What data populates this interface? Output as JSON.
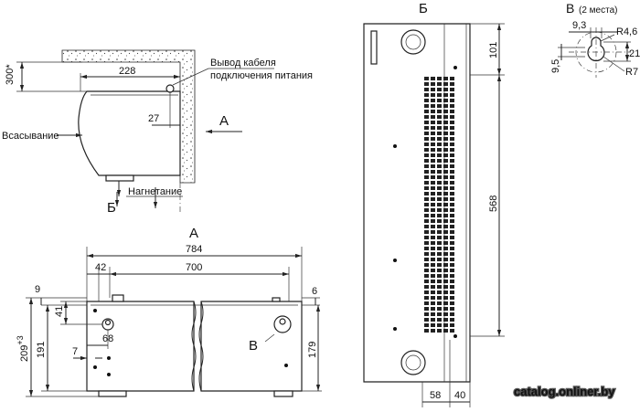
{
  "views": {
    "side": {
      "dim_228": "228",
      "dim_300": "300*",
      "dim_27": "27",
      "label_cable_line1": "Вывод кабеля",
      "label_cable_line2": "подключения питания",
      "label_intake": "Всасывание",
      "label_discharge": "Нагнетание",
      "marker_A": "A",
      "marker_B": "Б"
    },
    "front": {
      "view_title": "A",
      "dim_784": "784",
      "dim_42": "42",
      "dim_700": "700",
      "dim_9": "9",
      "dim_6": "6",
      "dim_41": "41",
      "dim_68": "68",
      "dim_7": "7",
      "dim_209": "209",
      "dim_209_tol": "+3",
      "dim_191": "191",
      "dim_179": "179",
      "marker_V": "В"
    },
    "bottom": {
      "view_title": "Б",
      "dim_101": "101",
      "dim_568": "568",
      "dim_58": "58",
      "dim_40": "40"
    },
    "detail": {
      "view_title": "В",
      "view_note": "(2 места)",
      "dim_93": "9,3",
      "dim_R46": "R4,6",
      "dim_21": "21",
      "dim_95": "9,5",
      "dim_R7": "R7"
    }
  },
  "watermark": "catalog.onliner.by"
}
